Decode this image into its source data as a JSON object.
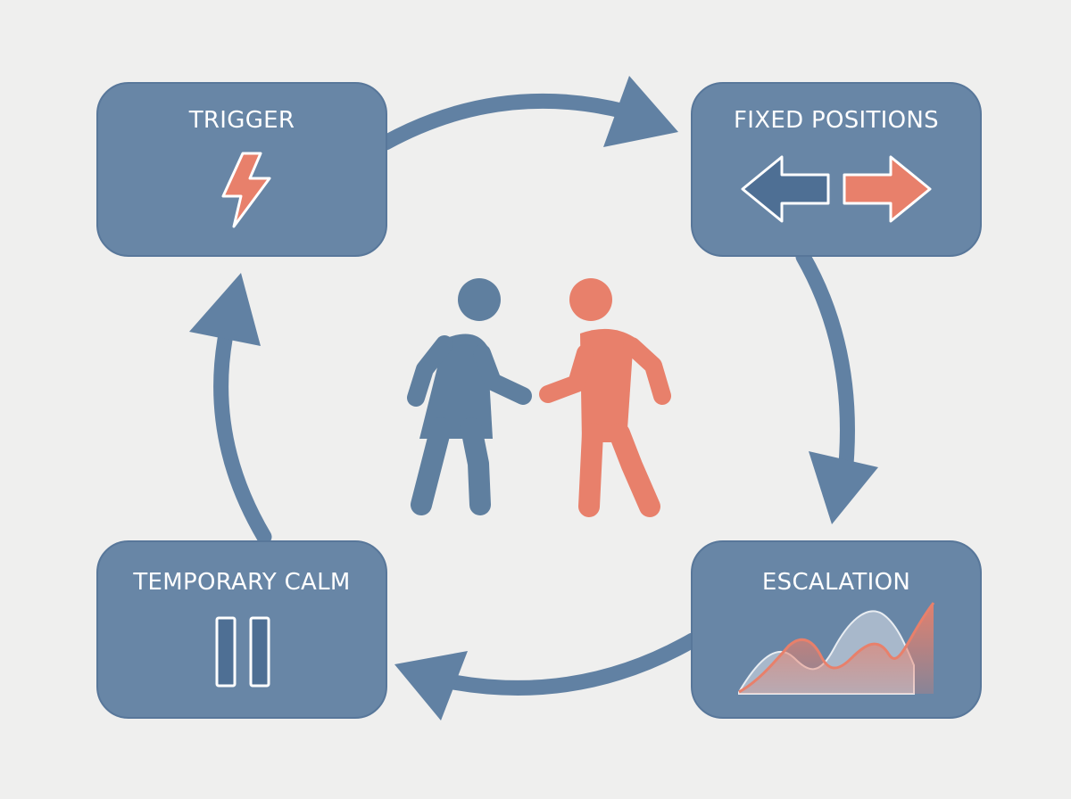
{
  "colors": {
    "background": "#efefee",
    "box": "#6886a6",
    "box_border": "#58779a",
    "arrow": "#6181a3",
    "person_blue": "#5f7f9f",
    "person_coral": "#e8806b",
    "icon_dark": "#4e6f94",
    "label": "#ffffff"
  },
  "stages": [
    {
      "id": "trigger",
      "label": "TRIGGER",
      "icon": "lightning-bolt-icon"
    },
    {
      "id": "fixed-positions",
      "label": "FIXED POSITIONS",
      "icon": "opposing-arrows-icon"
    },
    {
      "id": "escalation",
      "label": "ESCALATION",
      "icon": "rising-waves-chart-icon"
    },
    {
      "id": "temporary-calm",
      "label": "TEMPORARY CALM",
      "icon": "pause-icon"
    }
  ],
  "cycle_arrows": [
    {
      "from": "trigger",
      "to": "fixed-positions"
    },
    {
      "from": "fixed-positions",
      "to": "escalation"
    },
    {
      "from": "escalation",
      "to": "temporary-calm"
    },
    {
      "from": "temporary-calm",
      "to": "trigger"
    }
  ],
  "center_figures": [
    {
      "name": "person-blue-figure",
      "color": "#5f7f9f"
    },
    {
      "name": "person-coral-figure",
      "color": "#e8806b"
    }
  ]
}
